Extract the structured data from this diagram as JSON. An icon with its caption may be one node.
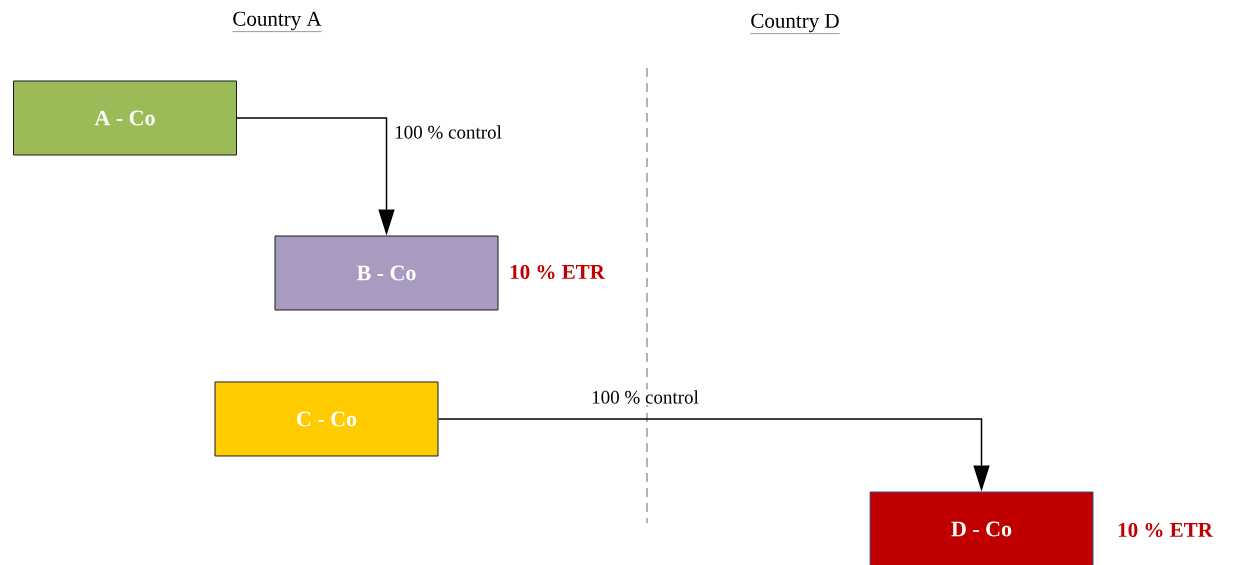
{
  "diagram": {
    "nodes": [
      {
        "text": [
          "A - Co"
        ]
      },
      {
        "text": [
          "B - Co"
        ],
        "beside": [
          "10 % ETR"
        ]
      },
      {
        "text": [
          "C - Co"
        ]
      },
      {
        "text": [
          "D - Co"
        ],
        "beside": [
          "10 % ETR"
        ]
      }
    ],
    "edges": [
      {
        "from": 0,
        "to": 1,
        "arrow": "to",
        "label": "100 % control"
      },
      {
        "from": 2,
        "to": 3,
        "arrow": "to",
        "label": "100 % control"
      }
    ],
    "labels": [
      "Country A",
      "Country D"
    ]
  }
}
